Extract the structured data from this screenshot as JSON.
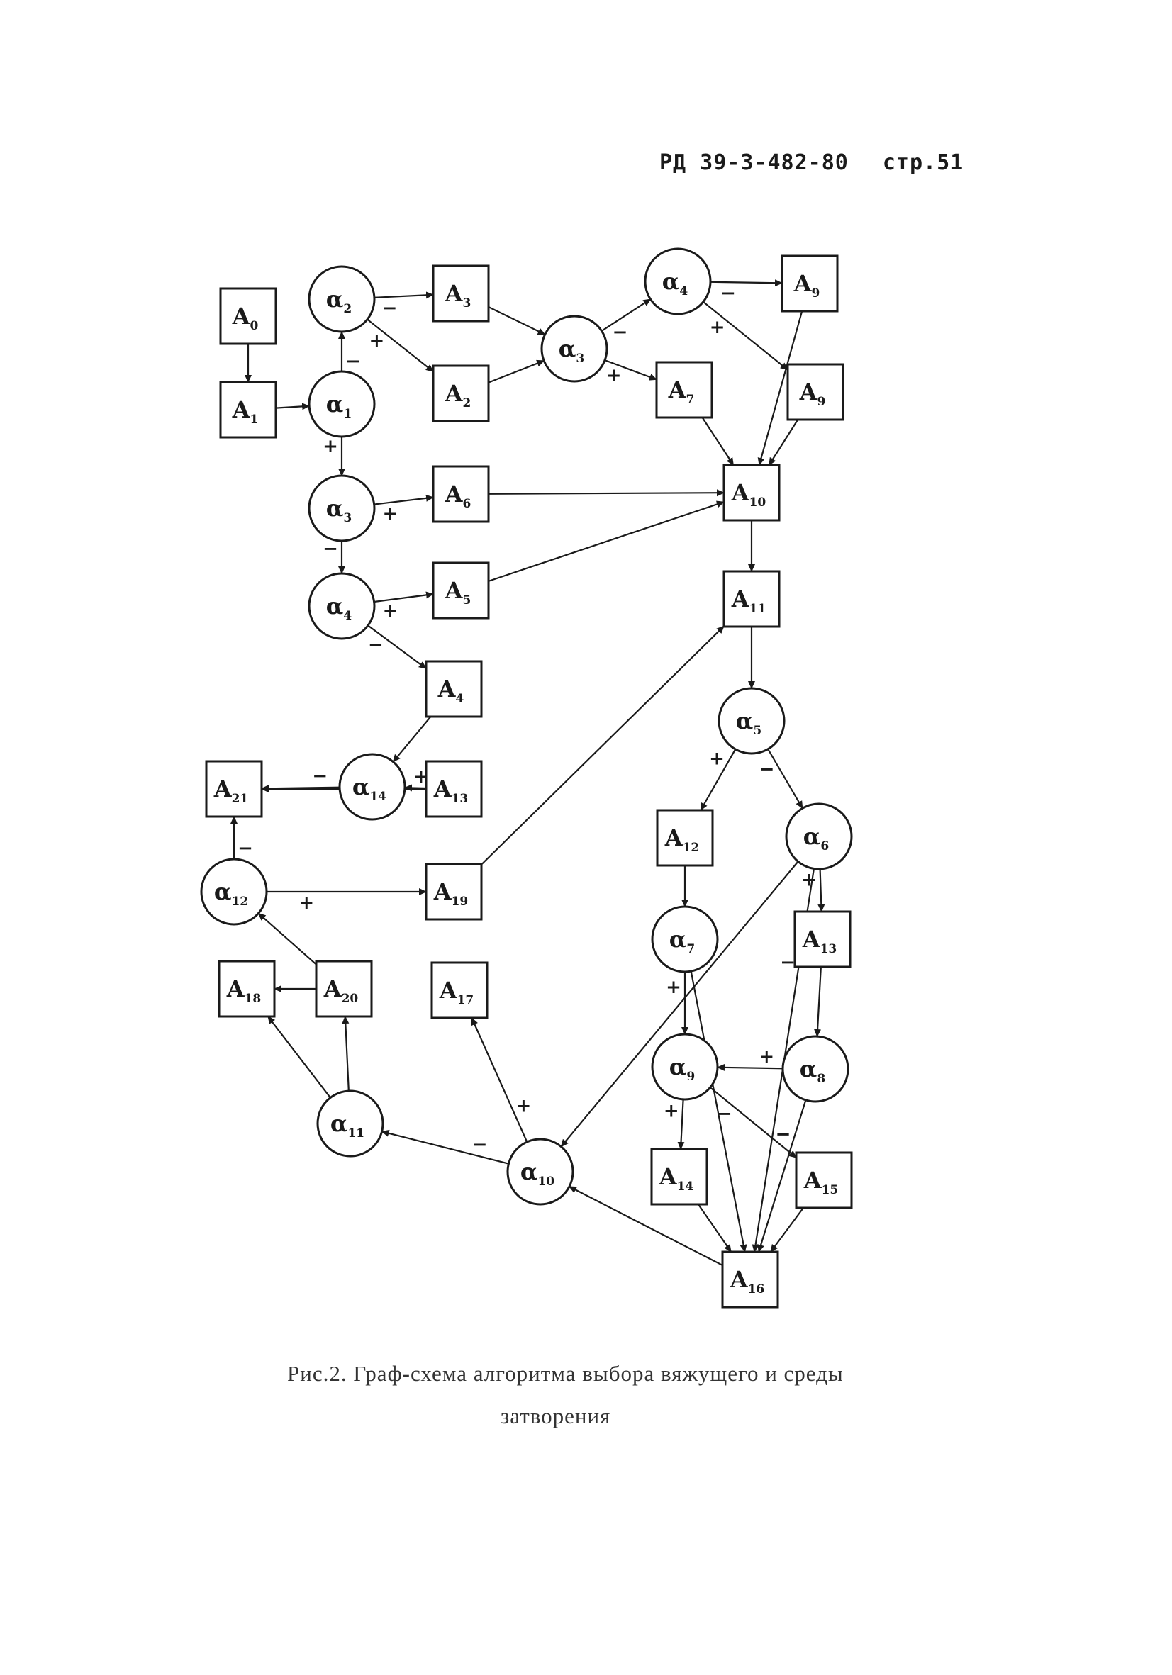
{
  "header": {
    "doc_code": "РД 39-3-482-80",
    "page": "стр.51"
  },
  "caption": {
    "line1": "Рис.2. Граф-схема алгоритма выбора вяжущего и среды",
    "line2": "затворения"
  },
  "nodes": [
    {
      "id": "A0",
      "type": "box",
      "base": "A",
      "sub": "0"
    },
    {
      "id": "A1",
      "type": "box",
      "base": "A",
      "sub": "1"
    },
    {
      "id": "a1",
      "type": "circle",
      "base": "α",
      "sub": "1"
    },
    {
      "id": "a2",
      "type": "circle",
      "base": "α",
      "sub": "2"
    },
    {
      "id": "A3",
      "type": "box",
      "base": "A",
      "sub": "3"
    },
    {
      "id": "A2",
      "type": "box",
      "base": "A",
      "sub": "2"
    },
    {
      "id": "a3",
      "type": "circle",
      "base": "α",
      "sub": "3"
    },
    {
      "id": "A6",
      "type": "box",
      "base": "A",
      "sub": "6"
    },
    {
      "id": "a4",
      "type": "circle",
      "base": "α",
      "sub": "4"
    },
    {
      "id": "A5",
      "type": "box",
      "base": "A",
      "sub": "5"
    },
    {
      "id": "A4",
      "type": "box",
      "base": "A",
      "sub": "4"
    },
    {
      "id": "a3b",
      "type": "circle",
      "base": "α",
      "sub": "3"
    },
    {
      "id": "a4b",
      "type": "circle",
      "base": "α",
      "sub": "4"
    },
    {
      "id": "A9a",
      "type": "box",
      "base": "A",
      "sub": "9"
    },
    {
      "id": "A7",
      "type": "box",
      "base": "A",
      "sub": "7"
    },
    {
      "id": "A9b",
      "type": "box",
      "base": "A",
      "sub": "9"
    },
    {
      "id": "A10",
      "type": "box",
      "base": "A",
      "sub": "10"
    },
    {
      "id": "A11",
      "type": "box",
      "base": "A",
      "sub": "11"
    },
    {
      "id": "a5",
      "type": "circle",
      "base": "α",
      "sub": "5"
    },
    {
      "id": "A12",
      "type": "box",
      "base": "A",
      "sub": "12"
    },
    {
      "id": "a6",
      "type": "circle",
      "base": "α",
      "sub": "6"
    },
    {
      "id": "a7",
      "type": "circle",
      "base": "α",
      "sub": "7"
    },
    {
      "id": "A13",
      "type": "box",
      "base": "A",
      "sub": "13"
    },
    {
      "id": "a9",
      "type": "circle",
      "base": "α",
      "sub": "9"
    },
    {
      "id": "a8",
      "type": "circle",
      "base": "α",
      "sub": "8"
    },
    {
      "id": "A14",
      "type": "box",
      "base": "A",
      "sub": "14"
    },
    {
      "id": "A15",
      "type": "box",
      "base": "A",
      "sub": "15"
    },
    {
      "id": "A16",
      "type": "box",
      "base": "A",
      "sub": "16"
    },
    {
      "id": "a10",
      "type": "circle",
      "base": "α",
      "sub": "10"
    },
    {
      "id": "A17",
      "type": "box",
      "base": "A",
      "sub": "17"
    },
    {
      "id": "a11",
      "type": "circle",
      "base": "α",
      "sub": "11"
    },
    {
      "id": "A18",
      "type": "box",
      "base": "A",
      "sub": "18"
    },
    {
      "id": "A20",
      "type": "box",
      "base": "A",
      "sub": "20"
    },
    {
      "id": "a12",
      "type": "circle",
      "base": "α",
      "sub": "12"
    },
    {
      "id": "A19",
      "type": "box",
      "base": "A",
      "sub": "19"
    },
    {
      "id": "A21",
      "type": "box",
      "base": "A",
      "sub": "21"
    },
    {
      "id": "a14",
      "type": "circle",
      "base": "α",
      "sub": "14"
    },
    {
      "id": "A13b",
      "type": "box",
      "base": "A",
      "sub": "13"
    }
  ],
  "edges": [
    {
      "from": "A0",
      "to": "A1",
      "label": ""
    },
    {
      "from": "A1",
      "to": "a1",
      "label": ""
    },
    {
      "from": "a1",
      "to": "a2",
      "label": "−"
    },
    {
      "from": "a1",
      "to": "a3",
      "label": "+"
    },
    {
      "from": "a2",
      "to": "A3",
      "label": "−"
    },
    {
      "from": "a2",
      "to": "A2",
      "label": "+"
    },
    {
      "from": "A3",
      "to": "a3b",
      "label": ""
    },
    {
      "from": "A2",
      "to": "a3b",
      "label": ""
    },
    {
      "from": "a3b",
      "to": "a4b",
      "label": "−"
    },
    {
      "from": "a3b",
      "to": "A7",
      "label": "+"
    },
    {
      "from": "a4b",
      "to": "A9a",
      "label": "−"
    },
    {
      "from": "a4b",
      "to": "A9b",
      "label": "+"
    },
    {
      "from": "A9a",
      "to": "A10",
      "label": ""
    },
    {
      "from": "A7",
      "to": "A10",
      "label": ""
    },
    {
      "from": "A9b",
      "to": "A10",
      "label": ""
    },
    {
      "from": "a3",
      "to": "A6",
      "label": "+"
    },
    {
      "from": "a3",
      "to": "a4",
      "label": "−"
    },
    {
      "from": "A6",
      "to": "A10",
      "label": ""
    },
    {
      "from": "a4",
      "to": "A5",
      "label": "+"
    },
    {
      "from": "a4",
      "to": "A4",
      "label": "−"
    },
    {
      "from": "A5",
      "to": "A10",
      "label": ""
    },
    {
      "from": "A10",
      "to": "A11",
      "label": ""
    },
    {
      "from": "A11",
      "to": "a5",
      "label": ""
    },
    {
      "from": "a5",
      "to": "A12",
      "label": "+"
    },
    {
      "from": "a5",
      "to": "a6",
      "label": "−"
    },
    {
      "from": "A12",
      "to": "a7",
      "label": ""
    },
    {
      "from": "a6",
      "to": "A13",
      "label": "+"
    },
    {
      "from": "a6",
      "to": "A16",
      "label": "−"
    },
    {
      "from": "a7",
      "to": "a9",
      "label": "+"
    },
    {
      "from": "a7",
      "to": "A16",
      "label": "−"
    },
    {
      "from": "A13",
      "to": "a8",
      "label": ""
    },
    {
      "from": "a8",
      "to": "a9",
      "label": "+"
    },
    {
      "from": "a8",
      "to": "A16",
      "label": "−"
    },
    {
      "from": "a9",
      "to": "A14",
      "label": "+"
    },
    {
      "from": "a9",
      "to": "A15",
      "label": "−"
    },
    {
      "from": "A14",
      "to": "A16",
      "label": ""
    },
    {
      "from": "A15",
      "to": "A16",
      "label": ""
    },
    {
      "from": "A16",
      "to": "a10",
      "label": ""
    },
    {
      "from": "a6",
      "to": "a10",
      "label": ""
    },
    {
      "from": "a10",
      "to": "A17",
      "label": "+"
    },
    {
      "from": "a10",
      "to": "a11",
      "label": "−"
    },
    {
      "from": "a11",
      "to": "A18",
      "label": ""
    },
    {
      "from": "a11",
      "to": "A20",
      "label": ""
    },
    {
      "from": "A20",
      "to": "A18",
      "label": ""
    },
    {
      "from": "A20",
      "to": "a12",
      "label": ""
    },
    {
      "from": "a12",
      "to": "A19",
      "label": "+"
    },
    {
      "from": "a12",
      "to": "A21",
      "label": "−"
    },
    {
      "from": "A19",
      "to": "A11",
      "label": ""
    },
    {
      "from": "A4",
      "to": "a14",
      "label": ""
    },
    {
      "from": "A13b",
      "to": "a14",
      "label": "+"
    },
    {
      "from": "a14",
      "to": "A21",
      "label": "−"
    },
    {
      "from": "A13b",
      "to": "A21",
      "label": ""
    }
  ]
}
